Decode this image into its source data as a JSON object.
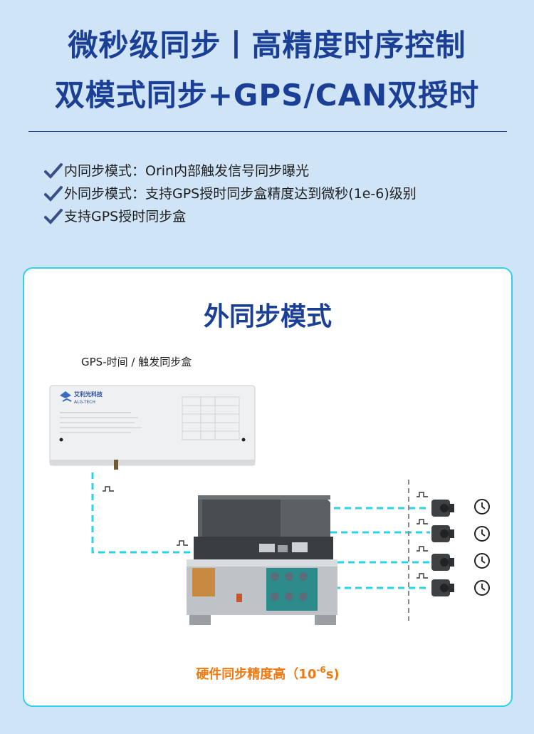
{
  "header": {
    "line1": "微秒级同步丨高精度时序控制",
    "line2": "双模式同步+GPS/CAN双授时"
  },
  "features": [
    "内同步模式：Orin内部触发信号同步曝光",
    "外同步模式：支持GPS授时同步盒精度达到微秒(1e-6)级别",
    "支持GPS授时同步盒"
  ],
  "card": {
    "title": "外同步模式",
    "box_label": "GPS-时间 / 触发同步盒",
    "footer_prefix": "硬件同步精度高（10",
    "footer_exp": "-6",
    "footer_suffix": "s)"
  },
  "device": {
    "brand_cn": "艾利光科技",
    "brand_en": "ALG-TECH"
  },
  "colors": {
    "title": "#1b3f95",
    "accent_border": "#30d0e6",
    "dashed_line": "#2ad4e6",
    "footer": "#f07a12"
  },
  "icons": {
    "check": "check-icon",
    "clock": "clock-icon",
    "camera": "camera-icon",
    "pulse": "pulse-icon"
  }
}
